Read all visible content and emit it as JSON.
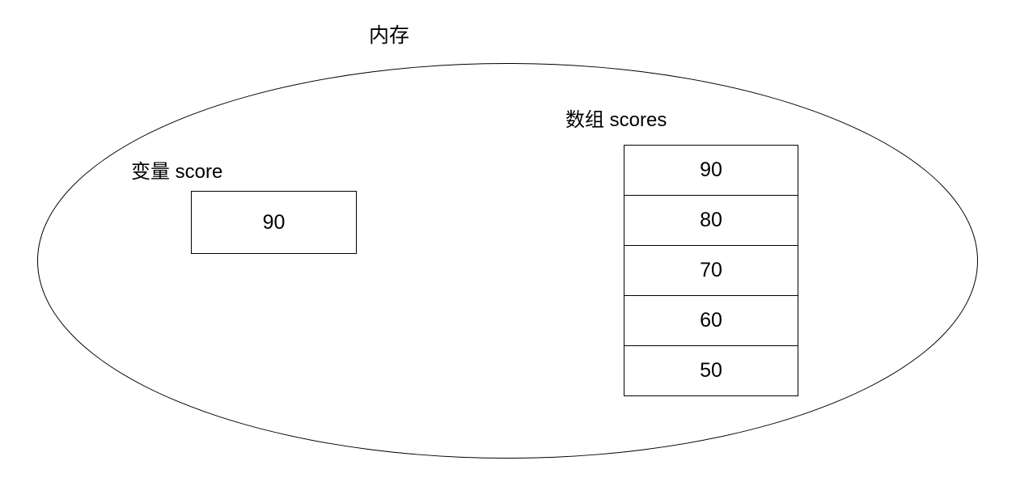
{
  "diagram": {
    "title": "内存",
    "variable": {
      "label": "变量 score",
      "value": "90"
    },
    "array": {
      "label": "数组 scores",
      "cells": [
        "90",
        "80",
        "70",
        "60",
        "50"
      ]
    }
  },
  "colors": {
    "background": "#ffffff",
    "stroke": "#000000",
    "text": "#000000"
  }
}
